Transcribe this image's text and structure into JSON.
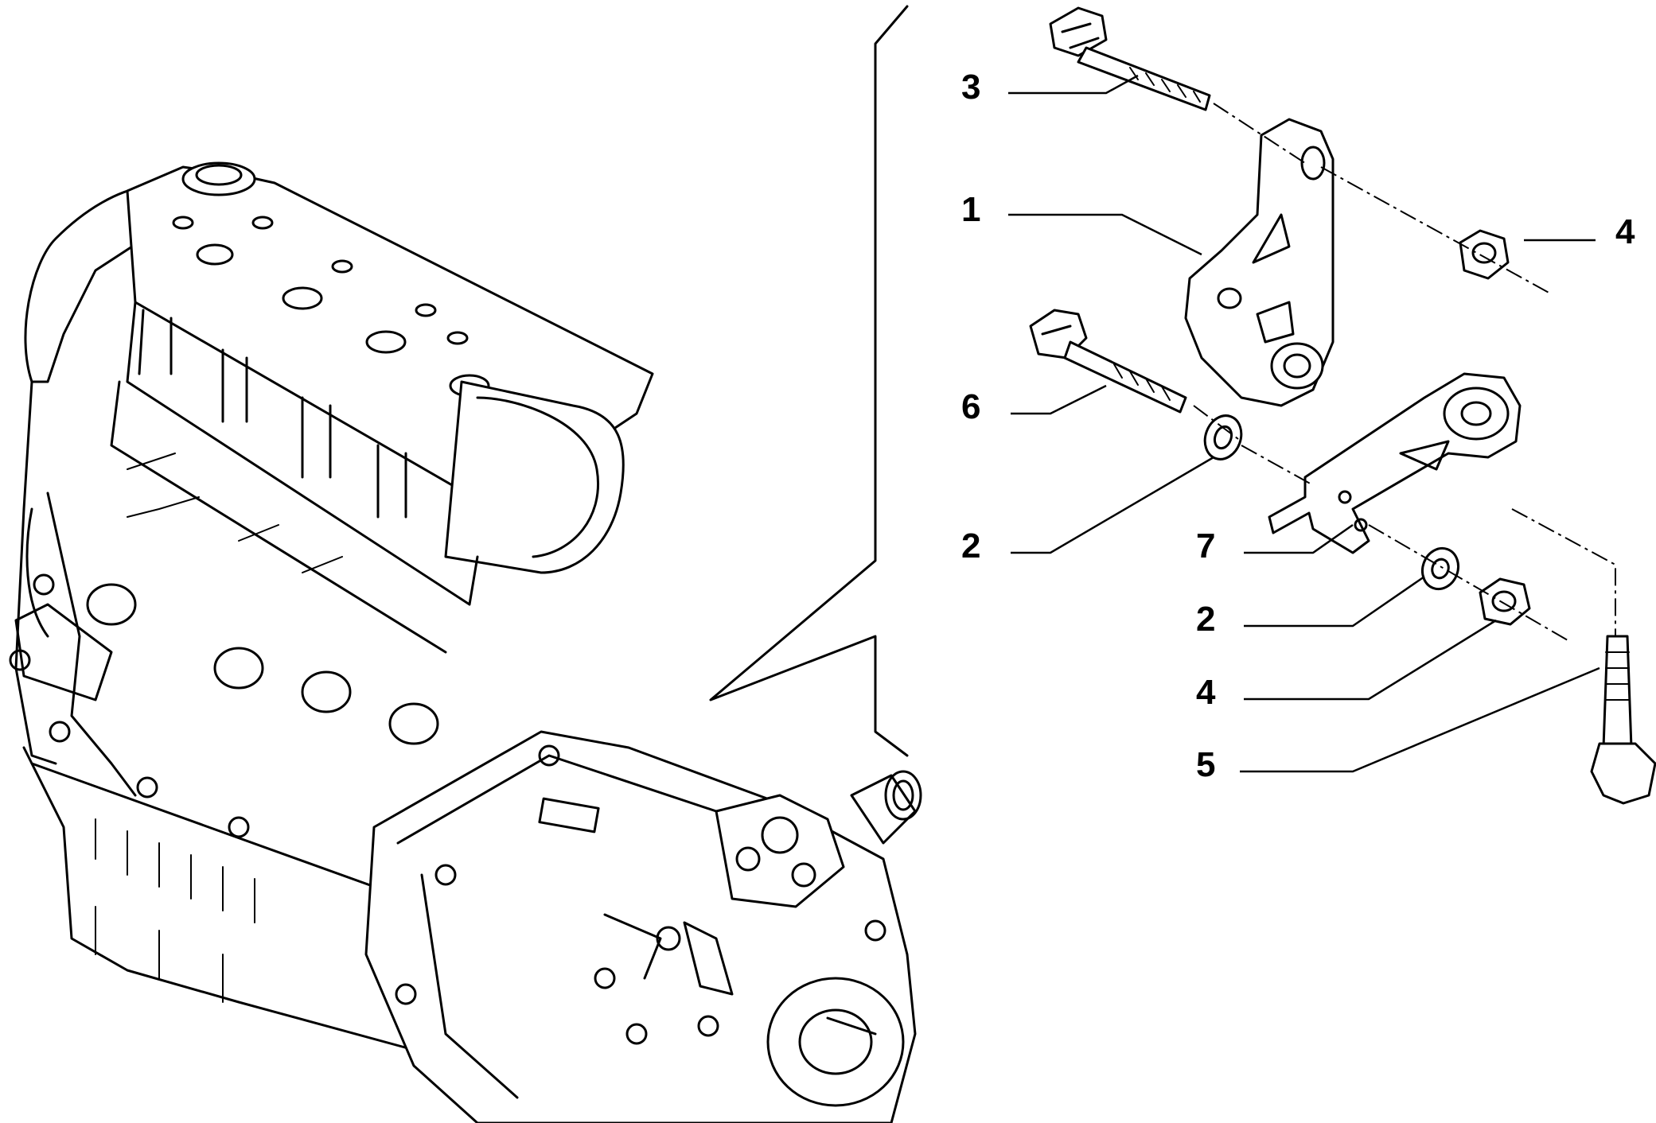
{
  "diagram": {
    "type": "exploded-parts-diagram",
    "subject": "engine and gearbox mount assembly",
    "callouts": [
      {
        "id": "c1",
        "label": "1"
      },
      {
        "id": "c2a",
        "label": "2"
      },
      {
        "id": "c2b",
        "label": "2"
      },
      {
        "id": "c3",
        "label": "3"
      },
      {
        "id": "c4a",
        "label": "4"
      },
      {
        "id": "c4b",
        "label": "4"
      },
      {
        "id": "c5",
        "label": "5"
      },
      {
        "id": "c6",
        "label": "6"
      },
      {
        "id": "c7",
        "label": "7"
      }
    ]
  }
}
